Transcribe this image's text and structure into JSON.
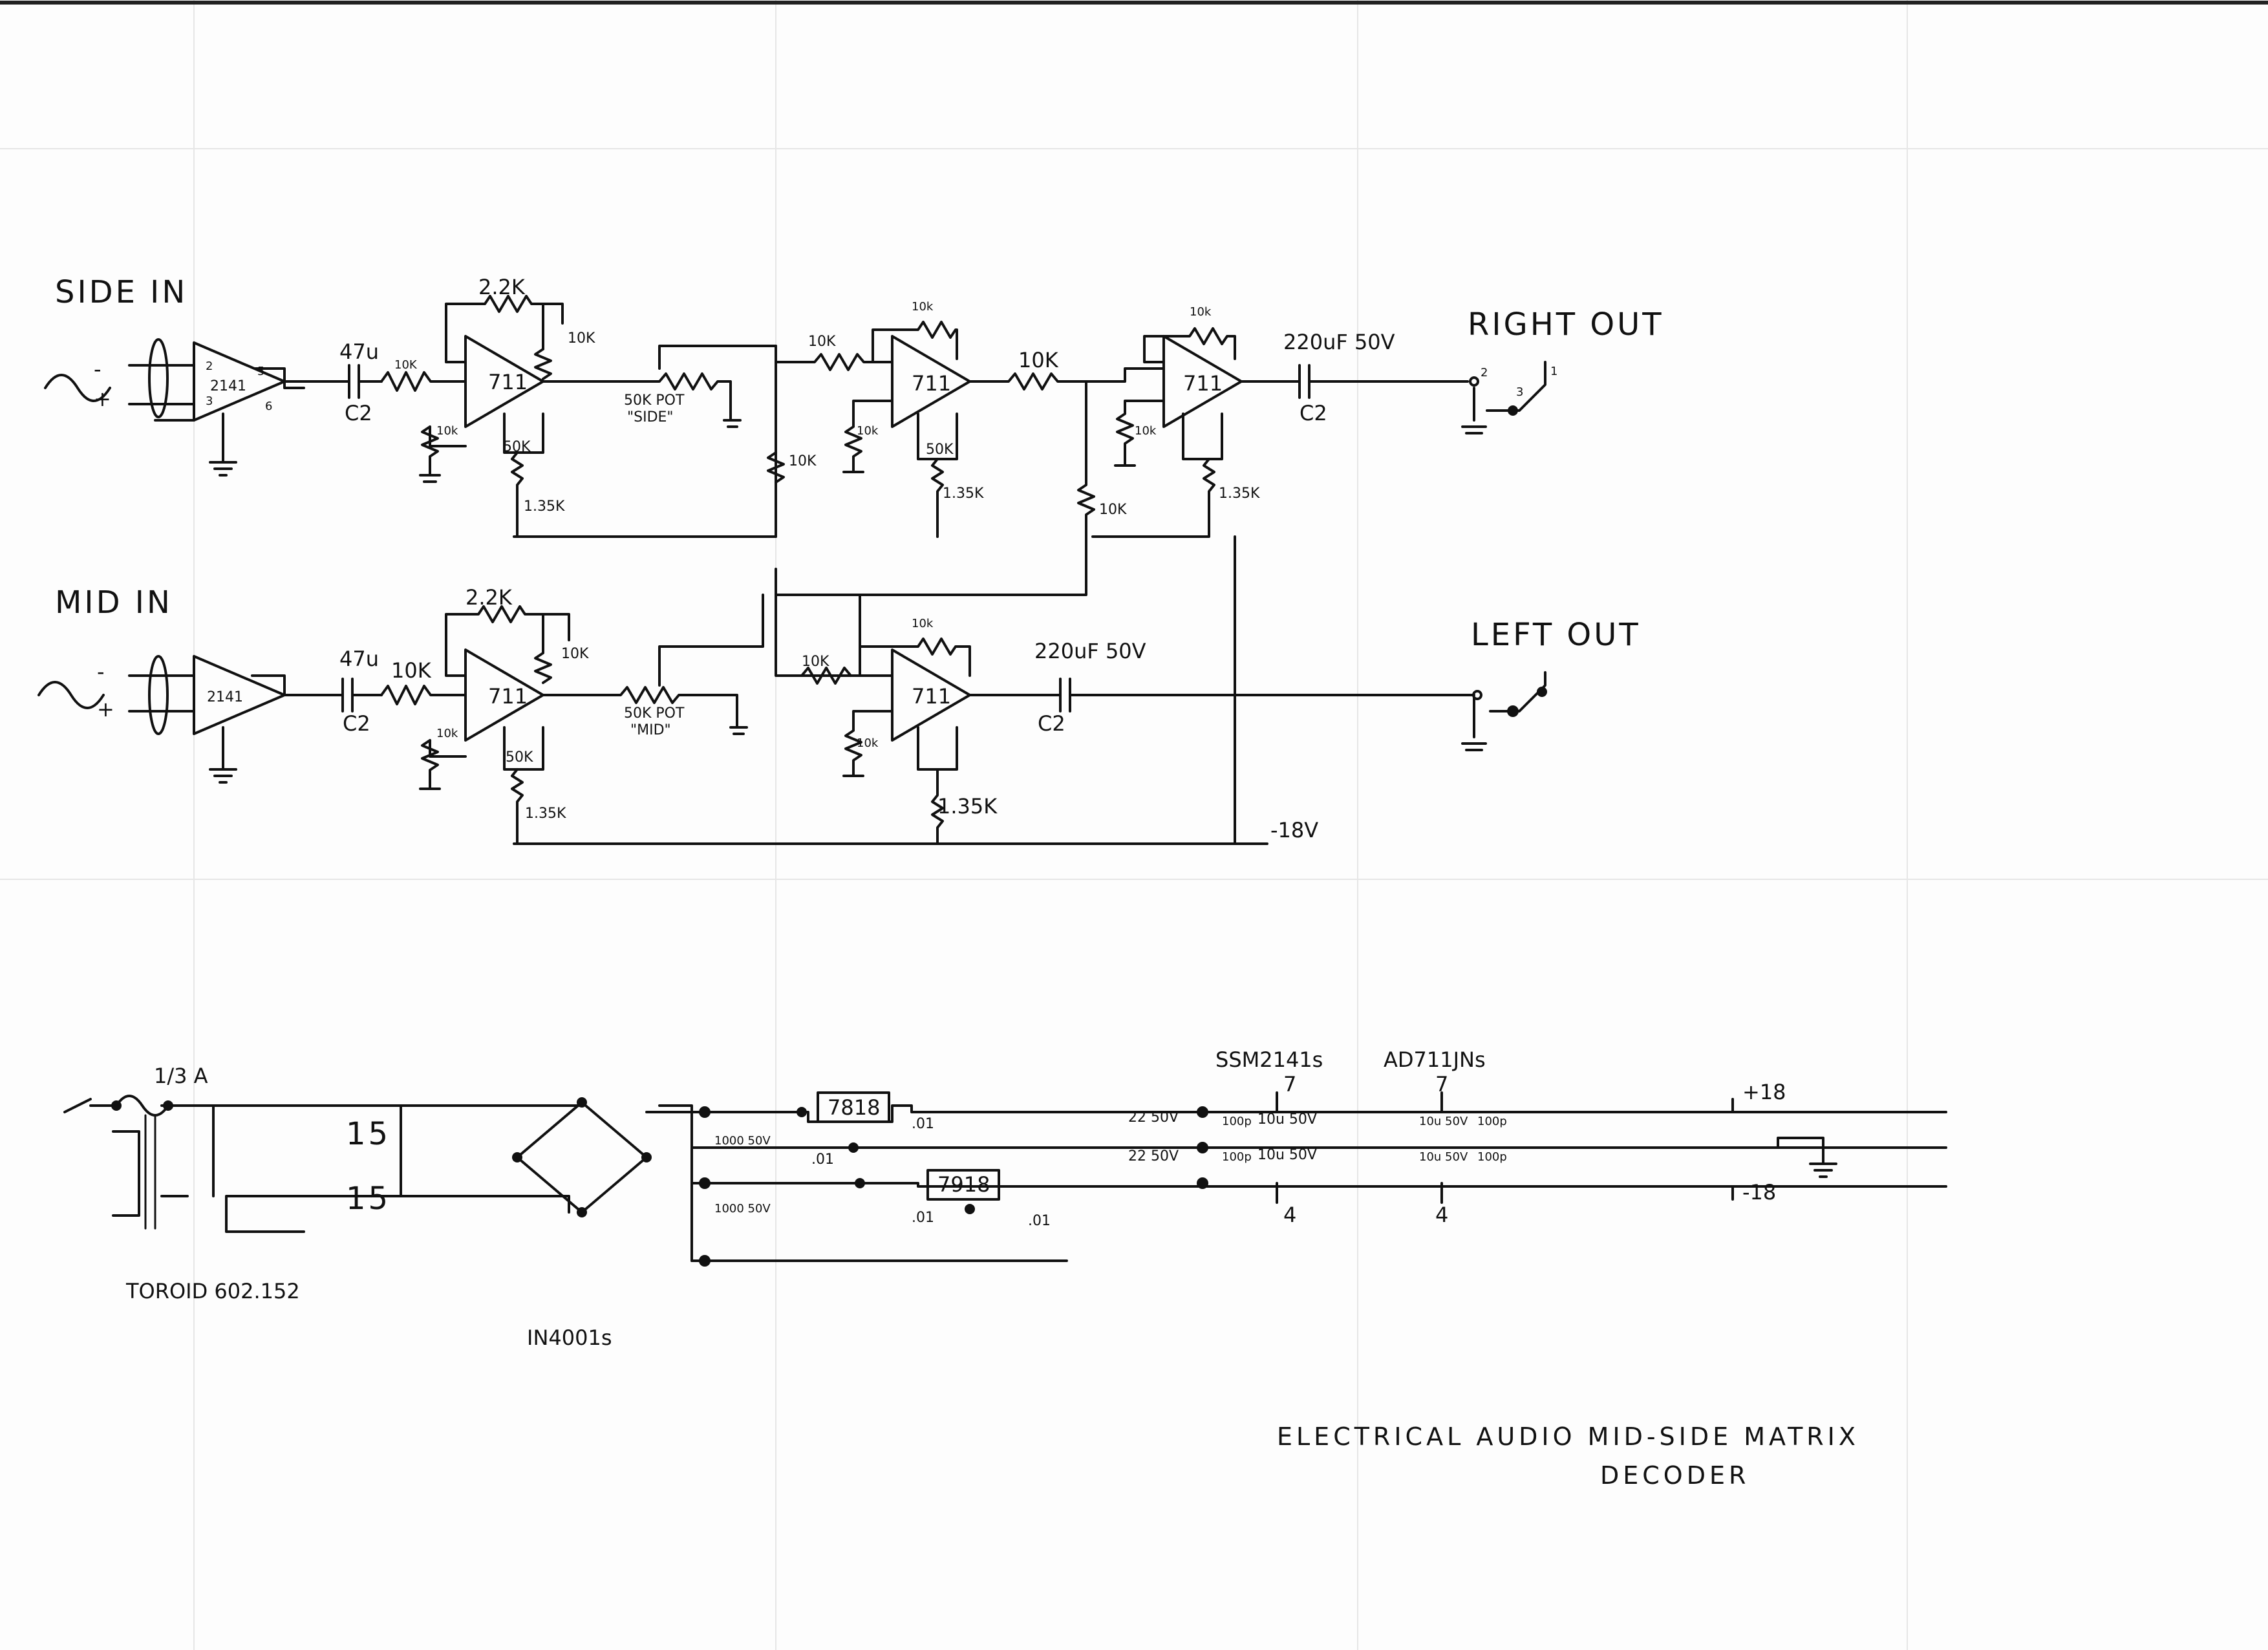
{
  "labels": {
    "side_in": "SIDE IN",
    "mid_in": "MID IN",
    "right_out": "RIGHT OUT",
    "left_out": "LEFT OUT",
    "title_line1": "ELECTRICAL AUDIO MID-SIDE MATRIX",
    "title_line2": "DECODER",
    "neg_supply": "-18V",
    "pos_rail": "+18",
    "neg_rail": "-18",
    "fuse": "1/3 A",
    "transformer": "TOROID 602.152",
    "diodes": "IN4001s",
    "ssm_label": "SSM2141s",
    "ad_label": "AD711JNs"
  },
  "components": {
    "ic_2141": "2141",
    "ic_711": "711",
    "reg_pos": "7818",
    "reg_neg": "7918",
    "pot_side": "50K POT",
    "pot_side_name": "\"SIDE\"",
    "pot_mid": "50K POT",
    "pot_mid_name": "\"MID\"",
    "r_2k2": "2.2K",
    "r_10k": "10K",
    "r_10k_lc": "10k",
    "r_50k": "50K",
    "r_50k_lc": "50k",
    "r_1k35": "1.35K",
    "r_1k35_bold": "1.35K",
    "cap_47u": "47u",
    "cap_c2": "C2",
    "cap_220u": "220uF 50V",
    "cap_1000u": "1000 50V",
    "cap_01": ".01",
    "cap_22": "22 50V",
    "cap_10u": "10u 50V",
    "cap_100p": "100p",
    "xfmr_winding": "15",
    "pin_7": "7",
    "pin_4": "4"
  },
  "pins": [
    "1",
    "2",
    "3",
    "5",
    "6"
  ],
  "signals": {
    "minus": "-",
    "plus": "+"
  }
}
